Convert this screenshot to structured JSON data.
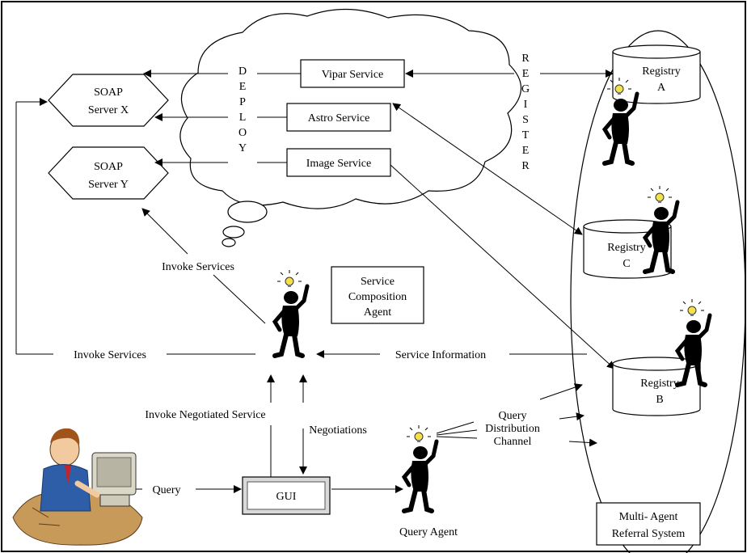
{
  "servers": {
    "soap_x": [
      "SOAP",
      "Server X"
    ],
    "soap_y": [
      "SOAP",
      "Server Y"
    ]
  },
  "services": {
    "vipar": "Vipar Service",
    "astro": "Astro Service",
    "image": "Image Service"
  },
  "deploy_letters": [
    "D",
    "E",
    "P",
    "L",
    "O",
    "Y"
  ],
  "register_letters": [
    "R",
    "E",
    "G",
    "I",
    "S",
    "T",
    "E",
    "R"
  ],
  "registries": {
    "a": [
      "Registry",
      "A"
    ],
    "c": [
      "Registry",
      "C"
    ],
    "b": [
      "Registry",
      "B"
    ]
  },
  "labels": {
    "invoke_services_upper": "Invoke Services",
    "invoke_services_lower": "Invoke Services",
    "service_information": "Service Information",
    "invoke_negotiated_service": "Invoke Negotiated Service",
    "negotiations": "Negotiations",
    "query": "Query",
    "query_agent": "Query Agent",
    "gui": "GUI",
    "query_channel": [
      "Query",
      "Distribution",
      "Channel"
    ]
  },
  "boxes": {
    "service_composition_agent": [
      "Service",
      "Composition",
      "Agent"
    ],
    "multi_agent_referral": [
      "Multi- Agent",
      "Referral System"
    ]
  }
}
